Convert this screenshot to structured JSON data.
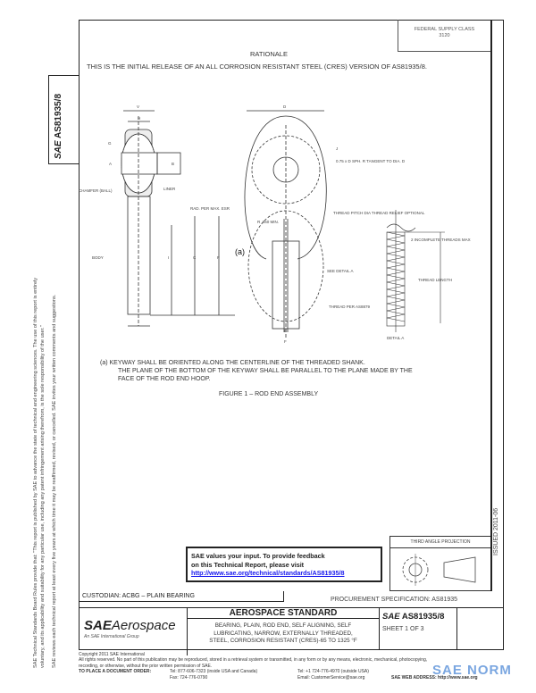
{
  "header": {
    "federal_supply_class_label": "FEDERAL SUPPLY CLASS",
    "federal_supply_class": "3120"
  },
  "rationale": {
    "title": "RATIONALE",
    "text": "THIS IS THE INITIAL RELEASE OF AN ALL CORROSION RESISTANT STEEL (CRES) VERSION OF AS81935/8."
  },
  "doc_number": "AS81935/8",
  "side_disclaimer": [
    "SAE Technical Standards Board Rules provide that: \"This report is published by SAE to advance the state of technical and engineering sciences. The use of this report is entirely",
    "voluntary, and its applicability and suitability for any particular use, including any patent infringement arising therefrom, is the sole responsibility of the user.\"",
    "SAE reviews each technical report at least every five years at which time it may be reaffirmed, revised, or cancelled. SAE invites your written comments and suggestions."
  ],
  "drawing": {
    "labels": {
      "V": "V",
      "H": "H",
      "G": "G",
      "A": "A",
      "B": "B",
      "chamfer": "CHAMFER (BALL)",
      "liner": "LINER",
      "rad": "RAD. PER MAX. ESR",
      "body": "BODY",
      "I": "I",
      "C": "C",
      "F": "F",
      "D": "D",
      "J": "J",
      "sph": "0.75 x D SPH. R TANGENT TO DIA. D",
      "r060": "R .060 MIN.",
      "thread_relief": "THREAD PITCH DIA THREAD RELIEF OPTIONAL",
      "a": "(a)",
      "see_detail": "SEE DETAIL A",
      "thread_per": "THREAD PER AS8879",
      "E": "E",
      "Fb": "F",
      "incomplete": "2 INCOMPLETE THREADS MAX",
      "thread_length": "THREAD LENGTH",
      "detail": "DETAIL A"
    }
  },
  "note": [
    "(a)   KEYWAY SHALL BE ORIENTED ALONG THE CENTERLINE OF THE THREADED SHANK.",
    "THE PLANE OF THE BOTTOM OF THE KEYWAY SHALL BE PARALLEL TO THE PLANE MADE BY THE",
    "FACE OF THE ROD END HOOP."
  ],
  "figure_caption": "FIGURE 1 – ROD END ASSEMBLY",
  "feedback": {
    "line1": "SAE values your input. To provide feedback",
    "line2": "on this Technical Report, please visit",
    "link": "http://www.sae.org/technical/standards/AS81935/8"
  },
  "projection_label": "THIRD ANGLE PROJECTION",
  "issued": "ISSUED 2011-06",
  "custodian": "CUSTODIAN: ACBG – PLAIN BEARING",
  "procurement": "PROCUREMENT SPECIFICATION: AS81935",
  "logo": {
    "sae": "SAE",
    "aerospace": "Aerospace",
    "tagline": "An SAE International Group"
  },
  "title_block": {
    "heading": "AEROSPACE STANDARD",
    "desc": [
      "BEARING, PLAIN, ROD END, SELF ALIGNING, SELF",
      "LUBRICATING, NARROW, EXTERNALLY THREADED,",
      "STEEL, CORROSION RESISTANT (CRES)-65 TO 1325 °F"
    ],
    "number": "AS81935/8",
    "sheet": "SHEET 1 OF 3"
  },
  "footer": {
    "copyright": "Copyright 2011 SAE International",
    "rights": "All rights reserved. No part of this publication may be reproduced, stored in a retrieval system or transmitted, in any form or by any means, electronic, mechanical, photocopying,",
    "rights2": "recording, or otherwise, without the prior written permission of SAE.",
    "order": "TO PLACE A DOCUMENT ORDER:",
    "tel1": "Tel: 877-606-7323 (inside USA and Canada)",
    "fax": "Fax: 724-776-0790",
    "tel2": "Tel: +1 724-776-4970 (outside USA)",
    "email": "Email: CustomerService@sae.org",
    "web": "SAE WEB ADDRESS: http://www.sae.org"
  },
  "watermark": "SAE NORM"
}
